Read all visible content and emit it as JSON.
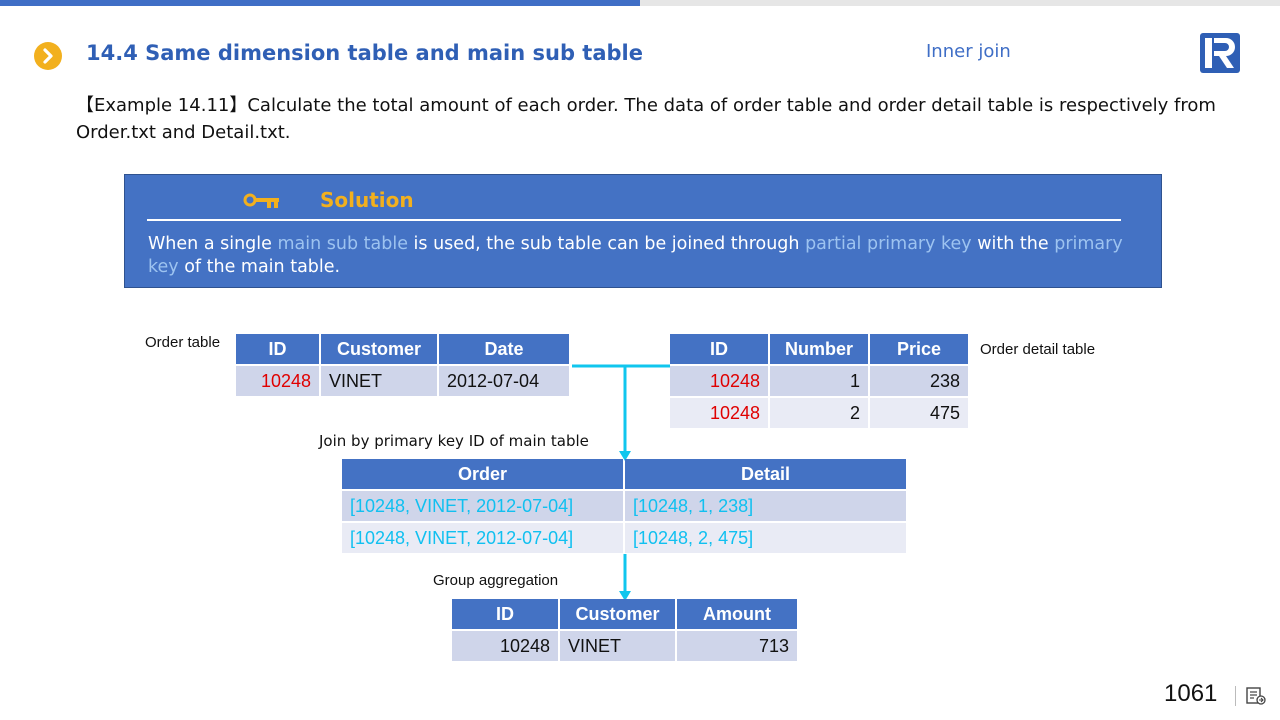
{
  "header": {
    "title": "14.4 Same dimension table and main sub table",
    "subtitle": "Inner join"
  },
  "description": "【Example 14.11】Calculate the total amount of each order. The data of order table and order detail table is respectively from Order.txt and Detail.txt.",
  "solution": {
    "title": "Solution",
    "text_parts": [
      "When a single ",
      "main sub table",
      " is used, the sub table can be joined through ",
      "partial primary key",
      " with the ",
      "primary key",
      " of the main table."
    ]
  },
  "order_table": {
    "label": "Order table",
    "headers": [
      "ID",
      "Customer",
      "Date"
    ],
    "rows": [
      [
        "10248",
        "VINET",
        "2012-07-04"
      ]
    ]
  },
  "detail_table": {
    "label": "Order detail table",
    "headers": [
      "ID",
      "Number",
      "Price"
    ],
    "rows": [
      [
        "10248",
        "1",
        "238"
      ],
      [
        "10248",
        "2",
        "475"
      ]
    ]
  },
  "join_table": {
    "label": "Join by primary key ID of main table",
    "headers": [
      "Order",
      "Detail"
    ],
    "rows": [
      [
        "[10248, VINET, 2012-07-04]",
        "[10248, 1, 238]"
      ],
      [
        "[10248, VINET, 2012-07-04]",
        "[10248, 2, 475]"
      ]
    ]
  },
  "result_table": {
    "label": "Group aggregation",
    "headers": [
      "ID",
      "Customer",
      "Amount"
    ],
    "rows": [
      [
        "10248",
        "VINET",
        "713"
      ]
    ]
  },
  "footer": {
    "page_number": "1061"
  },
  "colors": {
    "accent": "#4472c4",
    "title": "#2f5fb5",
    "highlight": "#f2b01e",
    "red": "#e00000",
    "cyan": "#10c0f0"
  }
}
